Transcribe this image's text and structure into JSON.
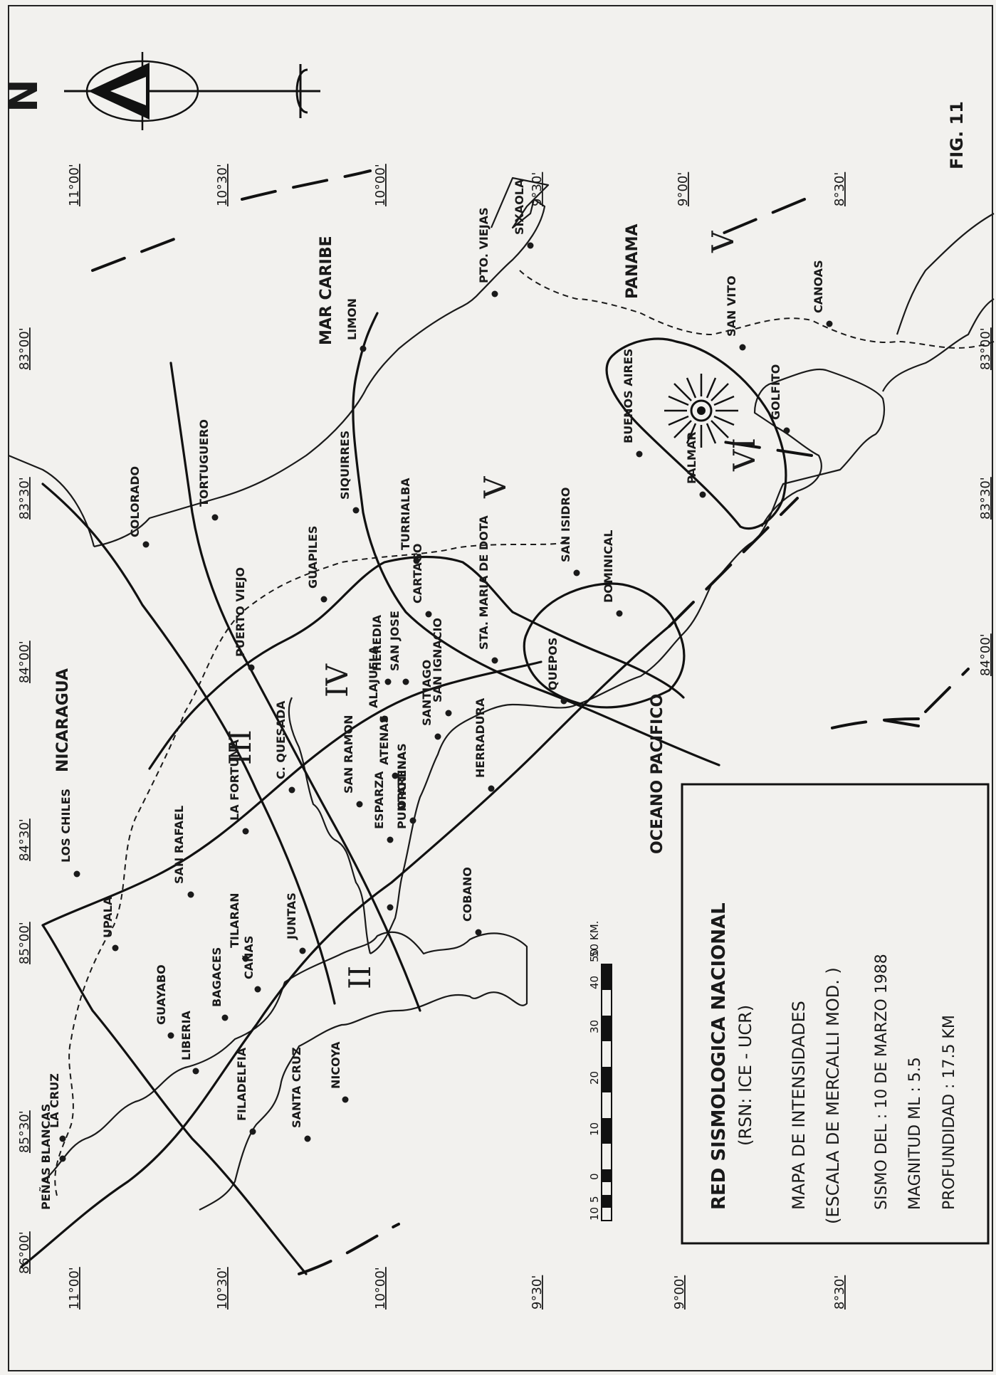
{
  "countries": {
    "north": "NICARAGUA",
    "southeast": "PANAMA"
  },
  "seas": {
    "caribbean": "MAR CARIBE",
    "pacific": "OCEANO PACIFICO"
  },
  "figure_label": "FIG. 11",
  "north_symbol": "N",
  "legend": {
    "title": "RED SISMOLOGICA NACIONAL",
    "network": "(RSN: ICE - UCR)",
    "map_name": "MAPA DE INTENSIDADES",
    "scale_name": "(ESCALA DE MERCALLI MOD. )",
    "event_date": "SISMO DEL : 10 DE MARZO 1988",
    "magnitude": "MAGNITUD  ML :  5.5",
    "depth": "PROFUNDIDAD : 17.5  KM"
  },
  "scale_bar": {
    "unit": "50 KM.",
    "ticks": [
      "10",
      "5",
      "0",
      "10",
      "20",
      "30",
      "40",
      "50"
    ]
  },
  "longitudes": [
    "86°00'",
    "85°30'",
    "85°00'",
    "84°30'",
    "84°00'",
    "83°30'",
    "83°00'"
  ],
  "latitudes": [
    "11°00'",
    "10°30'",
    "10°00'",
    "9°30'",
    "9°00'",
    "8°30'"
  ],
  "intensity_zones": [
    "II",
    "III",
    "IV",
    "V",
    "V",
    "VI"
  ],
  "places": [
    {
      "name": "PEÑAS BLANCAS"
    },
    {
      "name": "LA CRUZ"
    },
    {
      "name": "LOS CHILES"
    },
    {
      "name": "UPALA"
    },
    {
      "name": "SAN RAFAEL"
    },
    {
      "name": "GUAYABO"
    },
    {
      "name": "LIBERIA"
    },
    {
      "name": "BAGACES"
    },
    {
      "name": "TILARAN"
    },
    {
      "name": "CAÑAS"
    },
    {
      "name": "LA FORTUNA"
    },
    {
      "name": "FILADELFIA"
    },
    {
      "name": "SANTA CRUZ"
    },
    {
      "name": "NICOYA"
    },
    {
      "name": "JUNTAS"
    },
    {
      "name": "C. QUESADA"
    },
    {
      "name": "PUERTO VIEJO"
    },
    {
      "name": "COLORADO"
    },
    {
      "name": "TORTUGUERO"
    },
    {
      "name": "GUAPILES"
    },
    {
      "name": "SIQUIRRES"
    },
    {
      "name": "LIMON"
    },
    {
      "name": "PTO. VIEJAS"
    },
    {
      "name": "SIXAOLA"
    },
    {
      "name": "TURRIALBA"
    },
    {
      "name": "CARTAGO"
    },
    {
      "name": "HEREDIA"
    },
    {
      "name": "ALAJUELA"
    },
    {
      "name": "SAN JOSE"
    },
    {
      "name": "SAN IGNACIO"
    },
    {
      "name": "SANTIAGO"
    },
    {
      "name": "ATENAS"
    },
    {
      "name": "SAN RAMON"
    },
    {
      "name": "OROTINA"
    },
    {
      "name": "ESPARZA"
    },
    {
      "name": "PUNTARENAS"
    },
    {
      "name": "COBANO"
    },
    {
      "name": "HERRADURA"
    },
    {
      "name": "QUEPOS"
    },
    {
      "name": "STA. MARIA DE DOTA"
    },
    {
      "name": "SAN ISIDRO"
    },
    {
      "name": "DOMINICAL"
    },
    {
      "name": "BUENOS AIRES"
    },
    {
      "name": "PALMAR"
    },
    {
      "name": "GOLFITO"
    },
    {
      "name": "SAN VITO"
    },
    {
      "name": "CANOAS"
    }
  ]
}
